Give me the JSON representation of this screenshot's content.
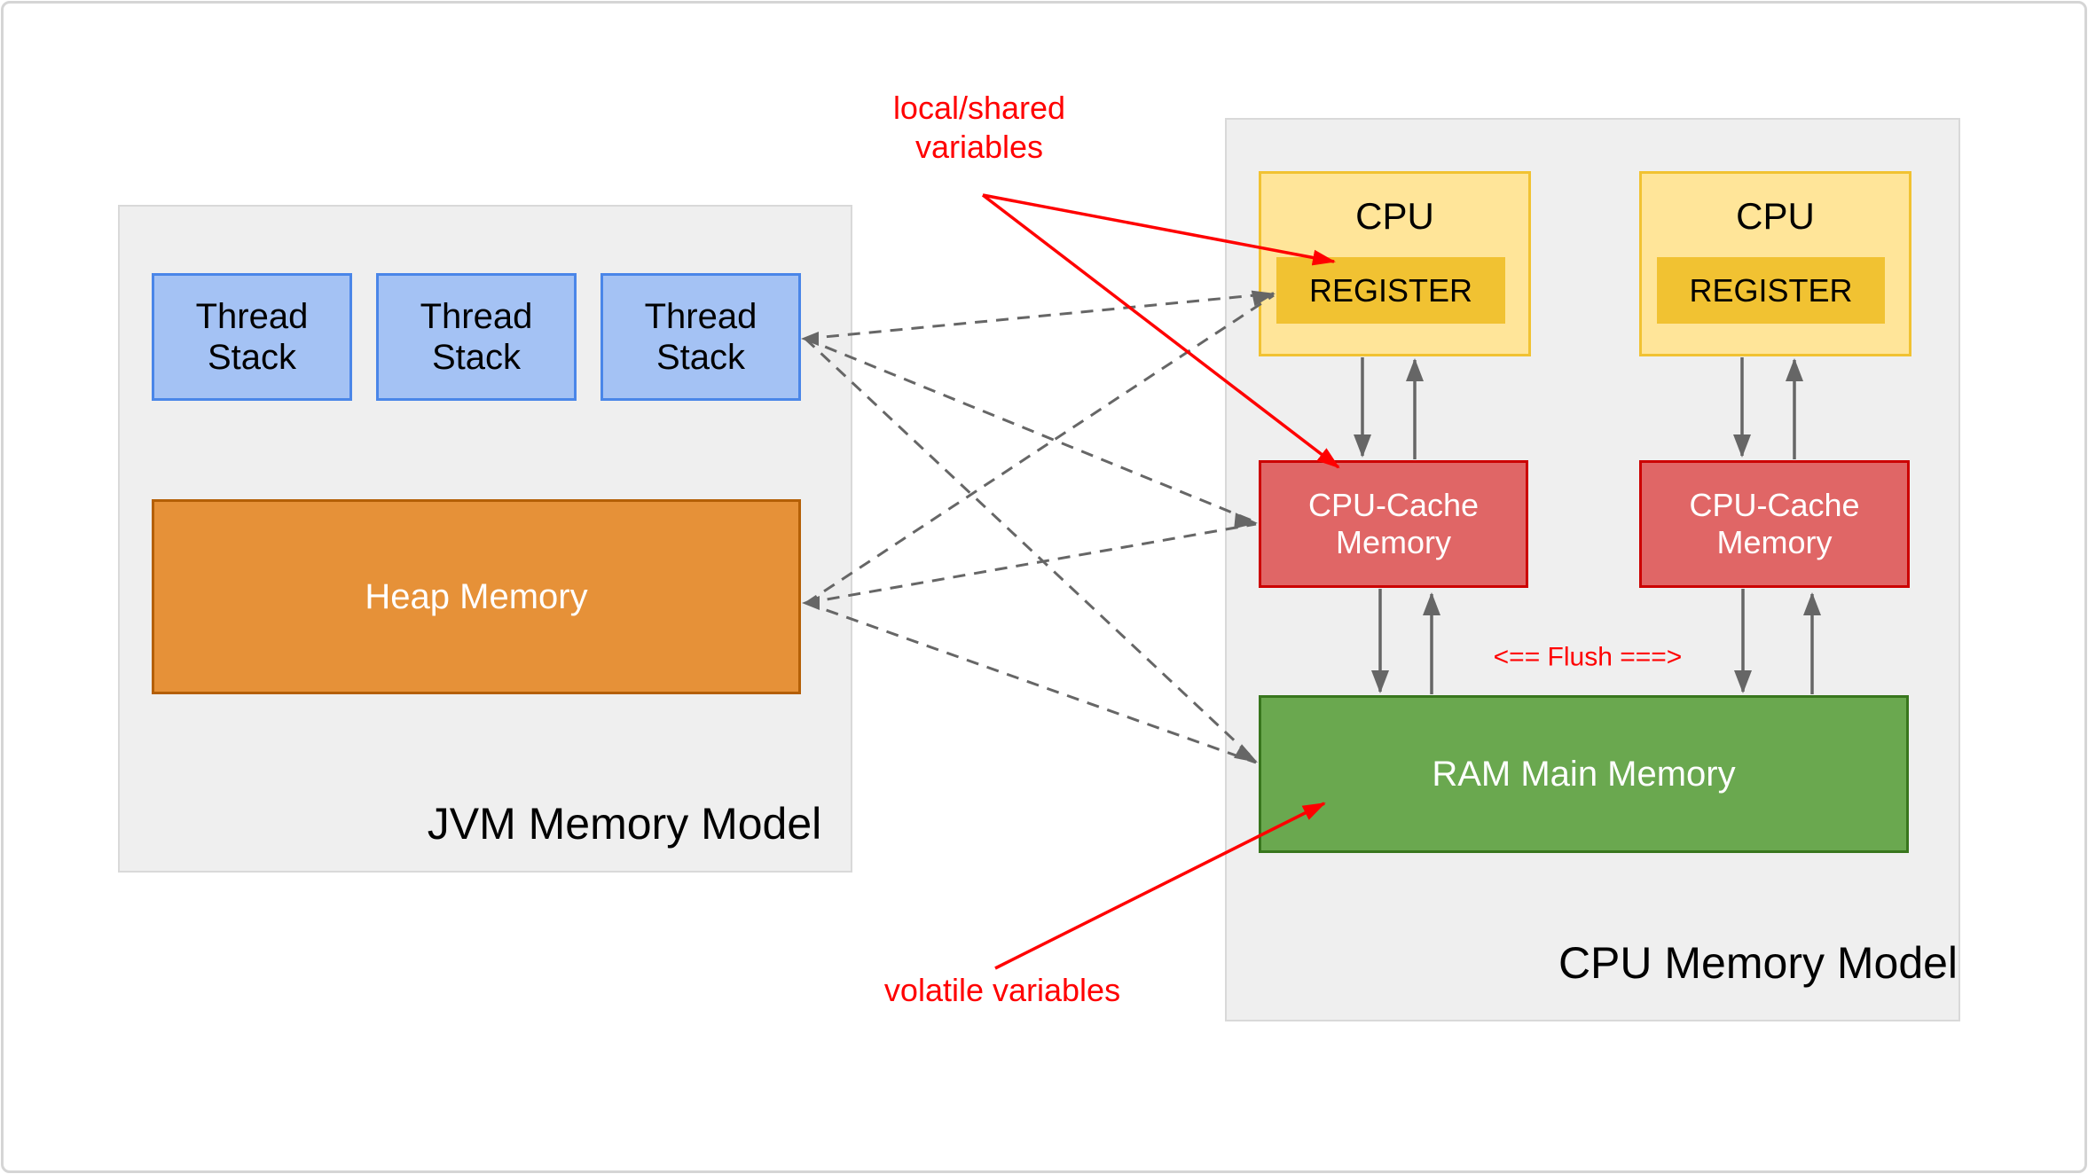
{
  "colors": {
    "frame_border": "#d5d5d5",
    "panel_bg": "#efefef",
    "panel_border": "#d9d9d9",
    "thread_fill": "#a4c2f4",
    "thread_border": "#4a86e8",
    "heap_fill": "#e69138",
    "heap_border": "#b45f06",
    "cpu_fill": "#ffe599",
    "cpu_border": "#f1c232",
    "register_fill": "#f1c232",
    "cache_fill": "#e06666",
    "cache_border": "#cc0000",
    "ram_fill": "#6aa84f",
    "ram_border": "#38761d",
    "arrow_gray": "#666666",
    "annotation_red": "#ff0000",
    "text_dark": "#000000",
    "text_light": "#ffffff"
  },
  "jvm_panel": {
    "title": "JVM Memory Model",
    "thread_stacks": [
      {
        "label": "Thread\nStack"
      },
      {
        "label": "Thread\nStack"
      },
      {
        "label": "Thread\nStack"
      }
    ],
    "heap": {
      "label": "Heap Memory"
    }
  },
  "cpu_panel": {
    "title": "CPU Memory Model",
    "cpus": [
      {
        "label": "CPU",
        "register": "REGISTER"
      },
      {
        "label": "CPU",
        "register": "REGISTER"
      }
    ],
    "caches": [
      {
        "label": "CPU-Cache\nMemory"
      },
      {
        "label": "CPU-Cache\nMemory"
      }
    ],
    "ram": {
      "label": "RAM Main Memory"
    }
  },
  "annotations": {
    "local_shared": "local/shared\nvariables",
    "volatile_vars": "volatile variables",
    "flush": "<== Flush ===>"
  }
}
